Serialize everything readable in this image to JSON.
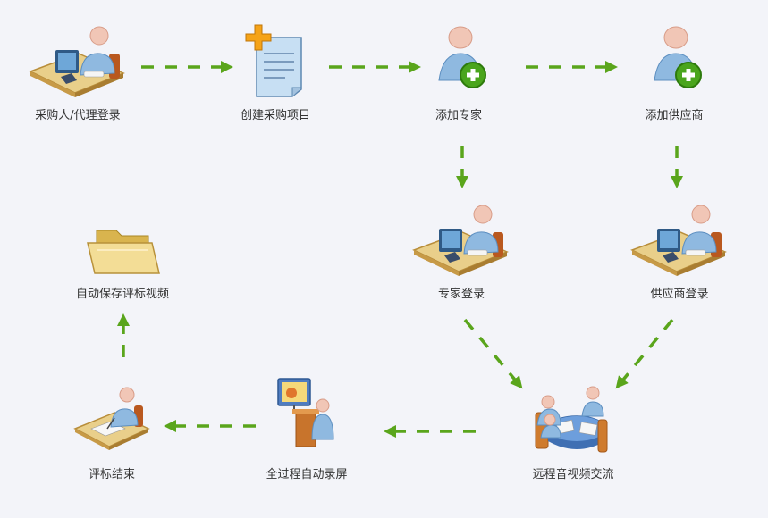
{
  "steps": {
    "buyer_login": "采购人/代理登录",
    "create_project": "创建采购项目",
    "add_expert": "添加专家",
    "add_supplier": "添加供应商",
    "expert_login": "专家登录",
    "supplier_login": "供应商登录",
    "remote_av": "远程音视频交流",
    "screen_record": "全过程自动录屏",
    "eval_end": "评标结束",
    "auto_save": "自动保存评标视频"
  },
  "icons": {
    "buyer_login": "user-computer-icon",
    "create_project": "document-add-icon",
    "add_expert": "add-user-icon",
    "add_supplier": "add-user-icon",
    "expert_login": "user-computer-icon",
    "supplier_login": "user-computer-icon",
    "remote_av": "meeting-table-icon",
    "screen_record": "presenter-screen-icon",
    "eval_end": "user-writing-icon",
    "auto_save": "folder-icon"
  },
  "colors": {
    "arrow": "#5aa51c",
    "background": "#f3f4f9",
    "label": "#333333"
  }
}
